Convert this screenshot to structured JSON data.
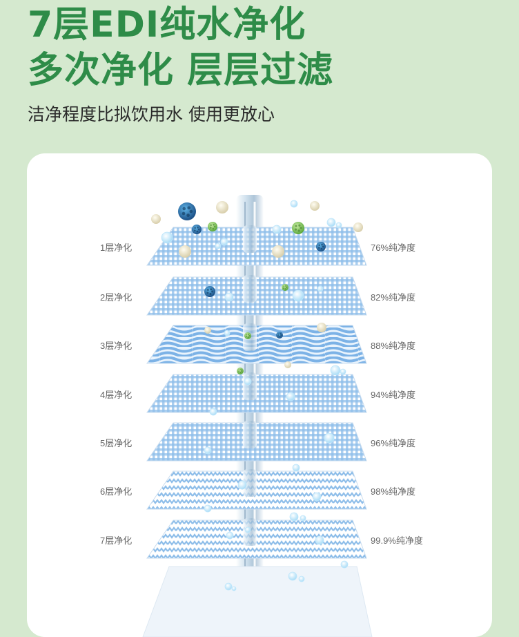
{
  "headline": {
    "line1": "7层EDI纯水净化",
    "line2": "多次净化 层层过滤"
  },
  "subtitle": "洁净程度比拟饮用水 使用更放心",
  "layers": [
    {
      "label": "1层净化",
      "purity": "76%纯净度",
      "pattern": "grid"
    },
    {
      "label": "2层净化",
      "purity": "82%纯净度",
      "pattern": "grid"
    },
    {
      "label": "3层净化",
      "purity": "88%纯净度",
      "pattern": "wave"
    },
    {
      "label": "4层净化",
      "purity": "94%纯净度",
      "pattern": "grid"
    },
    {
      "label": "5层净化",
      "purity": "96%纯净度",
      "pattern": "grid"
    },
    {
      "label": "6层净化",
      "purity": "98%纯净度",
      "pattern": "zigzag"
    },
    {
      "label": "7层净化",
      "purity": "99.9%纯净度",
      "pattern": "zigzag"
    }
  ],
  "colors": {
    "background": "#d5e9cf",
    "headline": "#2e8c48",
    "card": "#ffffff",
    "filter_blue": "#8dbde9",
    "label_gray": "#666666"
  },
  "icons": {
    "water_stream": "water-stream-icon",
    "impurity": "impurity-particle-icon",
    "bubble": "water-bubble-icon"
  }
}
